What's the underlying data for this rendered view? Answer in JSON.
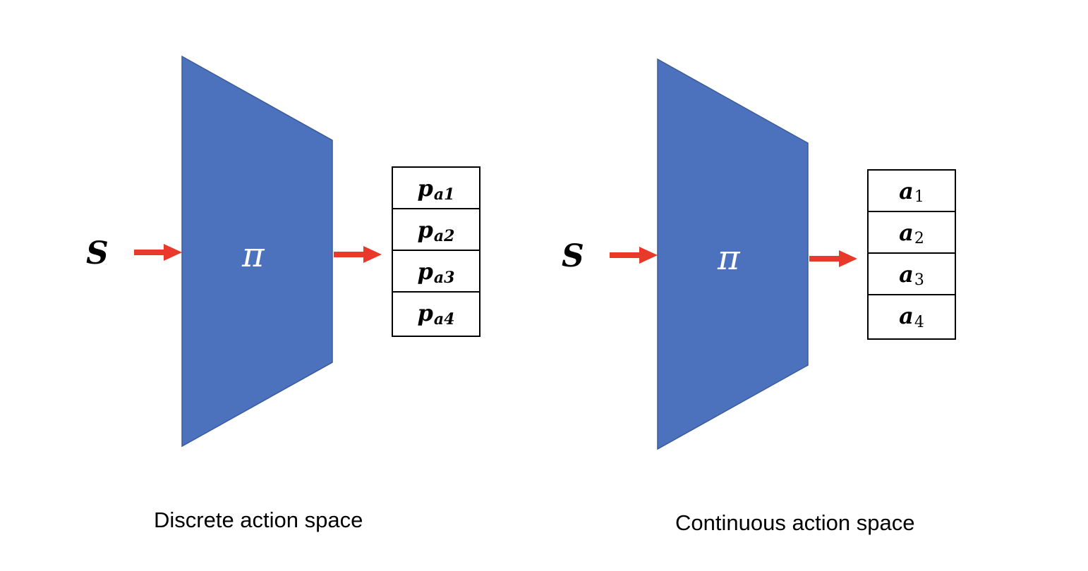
{
  "colors": {
    "policy_fill": "#4c72bd",
    "policy_stroke": "#3b5b9a",
    "arrow": "#e8392a",
    "text": "#000000"
  },
  "panels": [
    {
      "state_label": "S",
      "policy_label": "π",
      "outputs": [
        {
          "main": "p",
          "sub": "a1"
        },
        {
          "main": "p",
          "sub": "a2"
        },
        {
          "main": "p",
          "sub": "a3"
        },
        {
          "main": "p",
          "sub": "a4"
        }
      ],
      "caption": "Discrete action space"
    },
    {
      "state_label": "S",
      "policy_label": "π",
      "outputs": [
        {
          "main": "a",
          "sub": "1"
        },
        {
          "main": "a",
          "sub": "2"
        },
        {
          "main": "a",
          "sub": "3"
        },
        {
          "main": "a",
          "sub": "4"
        }
      ],
      "caption": "Continuous action space"
    }
  ]
}
